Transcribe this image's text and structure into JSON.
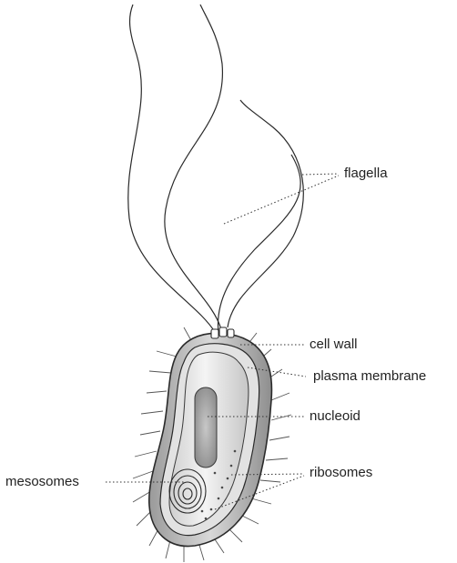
{
  "labels": {
    "flagella": "flagella",
    "cell_wall": "cell wall",
    "plasma_membrane": "plasma membrane",
    "nucleoid": "nucleoid",
    "ribosomes": "ribosomes",
    "mesosomes": "mesosomes"
  },
  "colors": {
    "outline": "#2a2a2a",
    "capsule": "#dcdcdc",
    "cytoplasm": "#f0f0f0",
    "nucleoid": "#a8a8a8",
    "leader": "#333333"
  },
  "icons": [
    "bacterium-illustration"
  ]
}
